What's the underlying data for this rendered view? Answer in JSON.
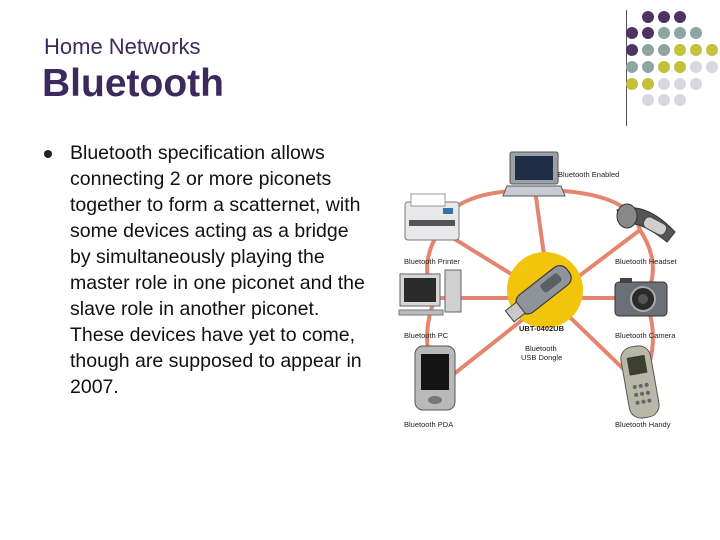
{
  "slide": {
    "subtitle": "Home Networks",
    "title": "Bluetooth",
    "bullet": "Bluetooth specification allows connecting 2 or more piconets together to form a scatternet, with some devices acting as a bridge by simultaneously playing the master role in one piconet and the slave role in another piconet. These devices have yet to come, though are supposed to appear in 2007."
  },
  "diagram": {
    "labels": {
      "enabled": "Bluetooth Enabled",
      "printer": "Bluetooth Printer",
      "headset": "Bluetooth Headset",
      "pc": "Bluetooth PC",
      "camera": "Bluetooth Camera",
      "pda": "Bluetooth PDA",
      "handy": "Bluetooth Handy",
      "dongle_model": "UBT-0402UB",
      "dongle_line1": "Bluetooth",
      "dongle_line2": "USB Dongle"
    },
    "colors": {
      "link": "#e5856f",
      "hub": "#f2c40c",
      "purple": "#4d3366",
      "teal": "#8ea5a3",
      "olive": "#c2c23a",
      "light": "#d8d8e0"
    }
  }
}
